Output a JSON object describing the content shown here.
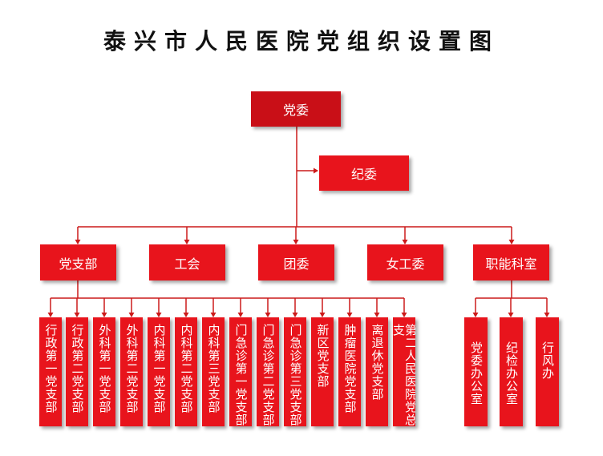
{
  "title": "泰兴市人民医院党组织设置图",
  "root": "党委",
  "discipline": "纪委",
  "level2": [
    "党支部",
    "工会",
    "团委",
    "女工委",
    "职能科室"
  ],
  "branches": [
    "行政第一党支部",
    "行政第二党支部",
    "外科第一党支部",
    "外科第二党支部",
    "内科第一党支部",
    "内科第二党支部",
    "内科第三党支部",
    "门急诊第一党支部",
    "门急诊第二党支部",
    "门急诊第三党支部",
    "新区党支部",
    "肿瘤医院党支部",
    "离退休党支部",
    "第二人民医院党总支"
  ],
  "offices": [
    "党委办公室",
    "纪检办公室",
    "行风办"
  ],
  "colors": {
    "box": "#e8141c",
    "box_top": "#c90f17",
    "line": "#cc1a1a"
  }
}
